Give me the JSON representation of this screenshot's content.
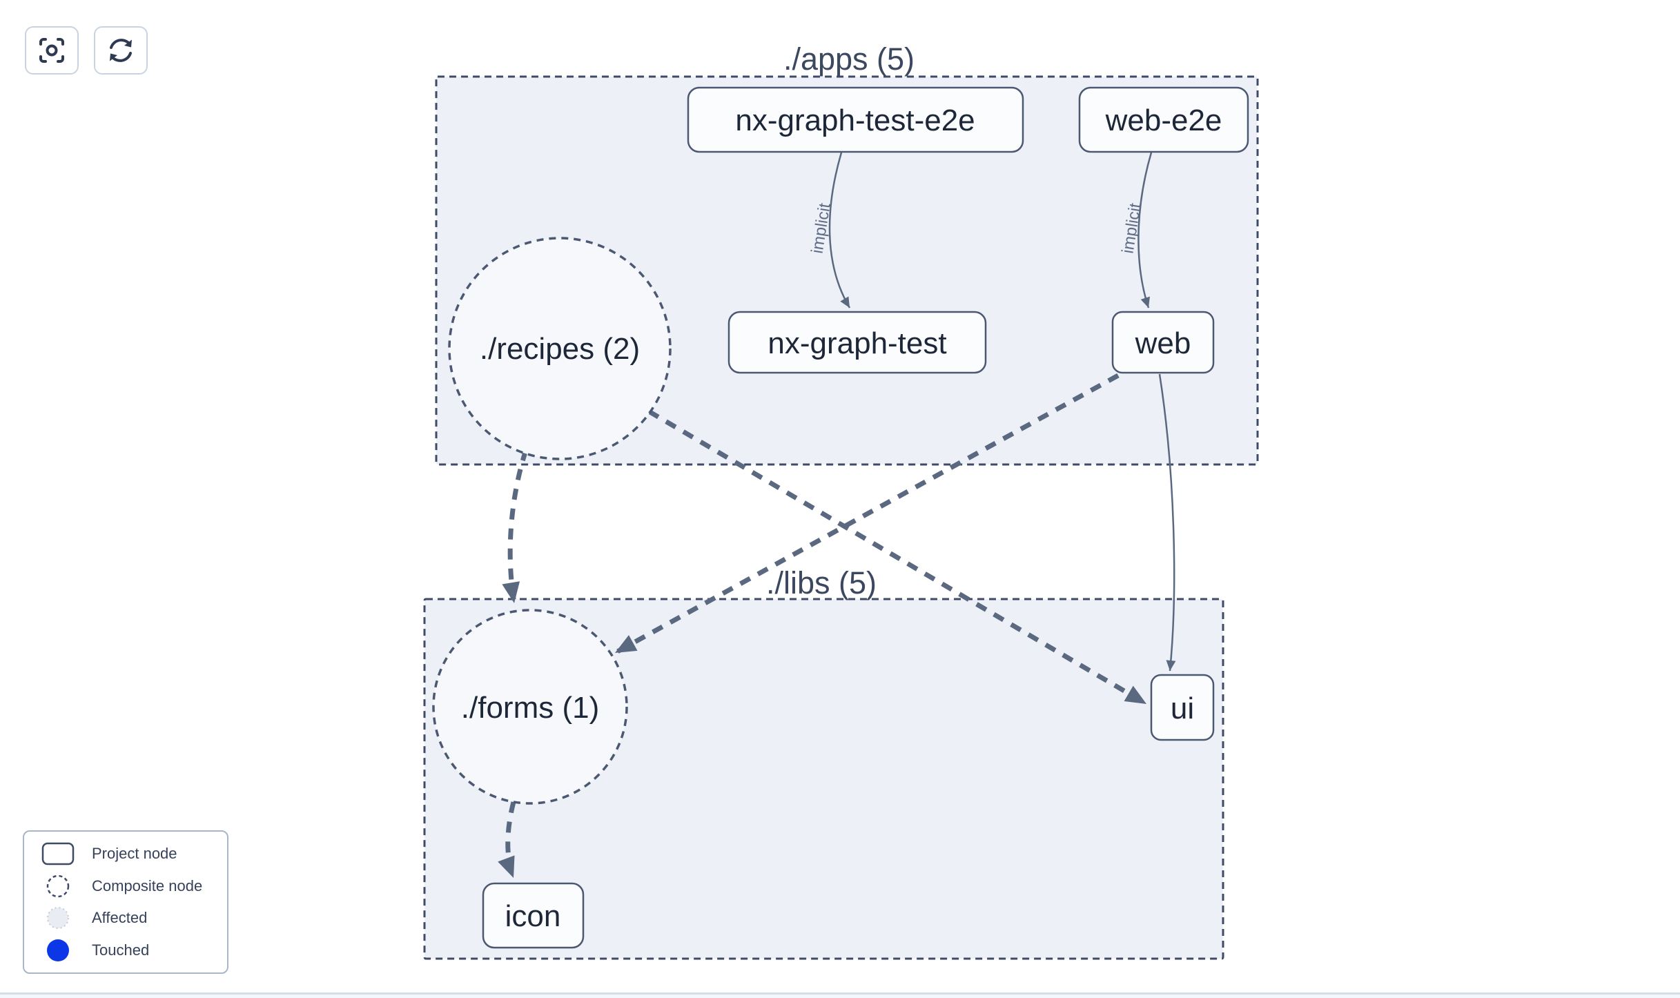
{
  "toolbar": {
    "buttons": [
      {
        "name": "focus",
        "icon": "focus-icon"
      },
      {
        "name": "refresh",
        "icon": "refresh-icon"
      }
    ]
  },
  "graph": {
    "groups": [
      {
        "id": "apps",
        "label": "./apps (5)"
      },
      {
        "id": "libs",
        "label": "./libs (5)"
      }
    ],
    "project_nodes": [
      {
        "id": "nx-graph-test-e2e",
        "label": "nx-graph-test-e2e",
        "group": "apps"
      },
      {
        "id": "web-e2e",
        "label": "web-e2e",
        "group": "apps"
      },
      {
        "id": "nx-graph-test",
        "label": "nx-graph-test",
        "group": "apps"
      },
      {
        "id": "web",
        "label": "web",
        "group": "apps"
      },
      {
        "id": "ui",
        "label": "ui",
        "group": "libs"
      },
      {
        "id": "icon",
        "label": "icon",
        "group": "libs"
      }
    ],
    "composite_nodes": [
      {
        "id": "recipes",
        "label": "./recipes (2)",
        "group": "apps"
      },
      {
        "id": "forms",
        "label": "./forms (1)",
        "group": "libs"
      }
    ],
    "edges": [
      {
        "from": "nx-graph-test-e2e",
        "to": "nx-graph-test",
        "label": "implicit",
        "style": "solid"
      },
      {
        "from": "web-e2e",
        "to": "web",
        "label": "implicit",
        "style": "solid"
      },
      {
        "from": "recipes",
        "to": "forms",
        "label": "",
        "style": "dashed"
      },
      {
        "from": "recipes",
        "to": "ui",
        "label": "",
        "style": "dashed"
      },
      {
        "from": "web",
        "to": "forms",
        "label": "",
        "style": "dashed"
      },
      {
        "from": "web",
        "to": "ui",
        "label": "",
        "style": "solid"
      },
      {
        "from": "forms",
        "to": "icon",
        "label": "",
        "style": "dashed"
      }
    ]
  },
  "legend": {
    "items": [
      {
        "label": "Project node",
        "swatch": "project-node-swatch"
      },
      {
        "label": "Composite node",
        "swatch": "composite-node-swatch"
      },
      {
        "label": "Affected",
        "swatch": "affected-swatch"
      },
      {
        "label": "Touched",
        "swatch": "touched-swatch"
      }
    ]
  },
  "colors": {
    "touched_blue": "#0b37e7",
    "affected_fill": "#e9edf3",
    "edge": "#5a6880",
    "group_fill": "#edf1f7",
    "group_border": "#3f4b66",
    "node_border": "#4c5872",
    "node_fill": "#fbfcfe",
    "node_text": "#1e2738"
  }
}
